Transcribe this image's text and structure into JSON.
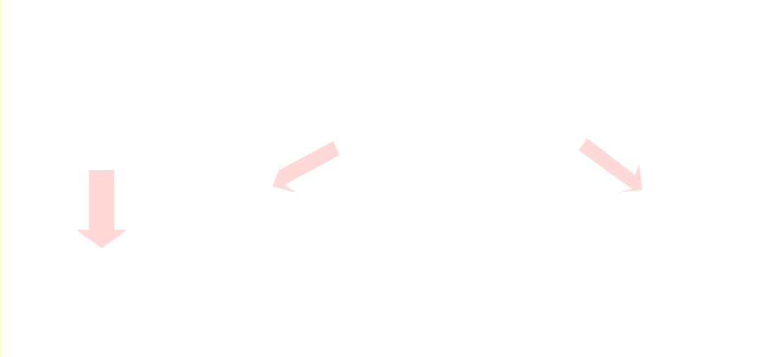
{
  "canvas": {
    "background": "#ffffff",
    "edge_color": "#ffffc8"
  },
  "arrows": [
    {
      "name": "down-arrow-icon",
      "direction": "down",
      "color": "#ffd9d7"
    },
    {
      "name": "down-left-arrow-icon",
      "direction": "down-left",
      "color": "#ffd9d7"
    },
    {
      "name": "down-right-arrow-icon",
      "direction": "down-right",
      "color": "#ffd9d7"
    }
  ]
}
